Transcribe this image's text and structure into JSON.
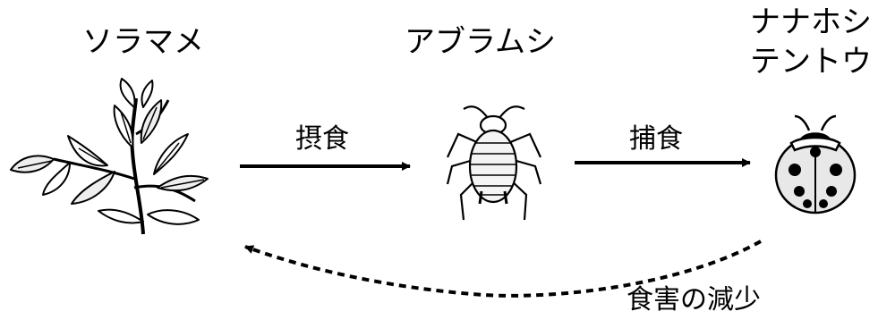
{
  "nodes": {
    "plant": {
      "name": "ソラマメ"
    },
    "aphid": {
      "name": "アブラムシ"
    },
    "ladybug": {
      "name_line1": "ナナホシ",
      "name_line2": "テントウ"
    }
  },
  "arrows": {
    "feeding": {
      "label": "摂食",
      "style": "solid"
    },
    "predation": {
      "label": "捕食",
      "style": "solid"
    },
    "damage_reduction": {
      "label": "食害の減少",
      "style": "dashed"
    }
  }
}
